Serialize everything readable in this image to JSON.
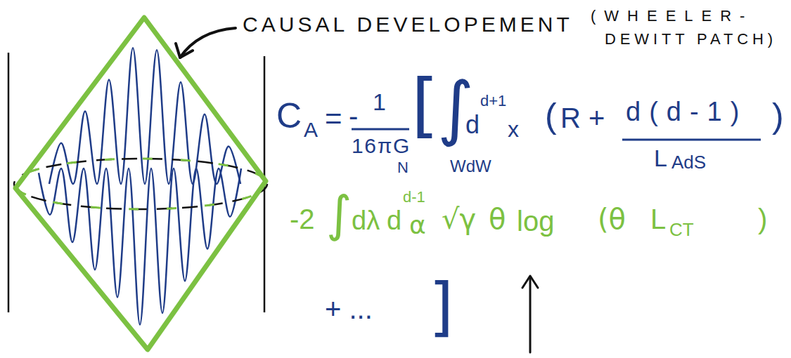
{
  "diagram": {
    "labels": [
      "CAUSAL DEVELOPEMENT",
      "(WHEELER-",
      "DEWITT PATCH)",
      "C",
      "A",
      "=",
      "-",
      "1",
      "16πG",
      "N",
      "[",
      "∫",
      "d",
      "d+1",
      "x",
      "WdW",
      "(",
      "R +",
      "d(d-1)",
      "L",
      "AdS",
      ")",
      "-2",
      "∫",
      "dλ",
      "d",
      "d-1",
      "α",
      "√γ",
      "θ",
      "log",
      "(θ",
      "L",
      "CT",
      ")",
      "+ ...",
      "]"
    ]
  }
}
